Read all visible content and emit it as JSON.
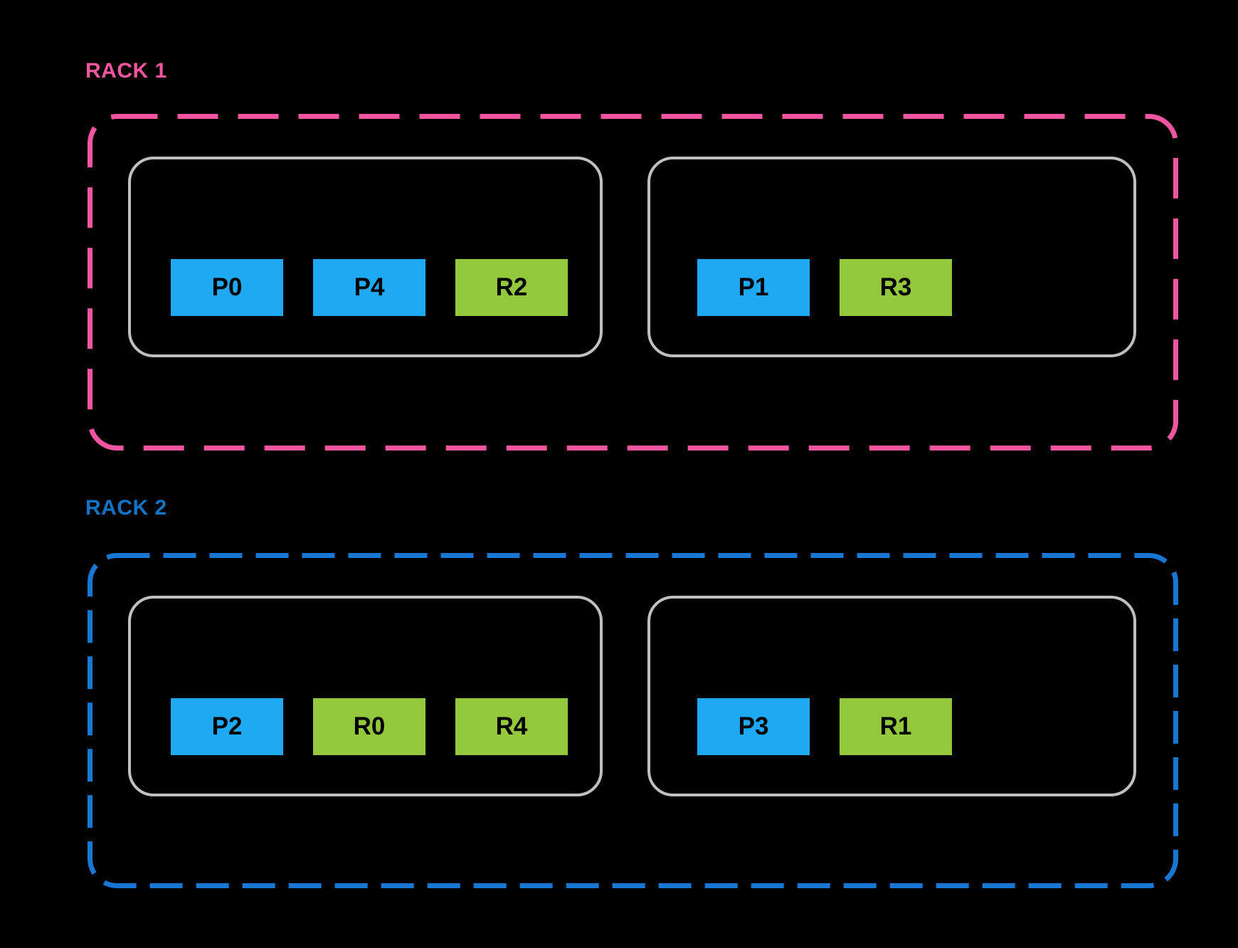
{
  "colors": {
    "background": "#000000",
    "rack1_accent": "#F0569F",
    "rack2_accent": "#1777D3",
    "rack2_label": "#1273C7",
    "node_border": "#C0C0C0",
    "primary_shard": "#1FA9F2",
    "replica_shard": "#93C83D",
    "shard_text": "#000000"
  },
  "racks": [
    {
      "label": "RACK 1",
      "nodes": [
        {
          "shards": [
            {
              "label": "P0",
              "type": "primary"
            },
            {
              "label": "P4",
              "type": "primary"
            },
            {
              "label": "R2",
              "type": "replica"
            }
          ]
        },
        {
          "shards": [
            {
              "label": "P1",
              "type": "primary"
            },
            {
              "label": "R3",
              "type": "replica"
            }
          ]
        }
      ]
    },
    {
      "label": "RACK 2",
      "nodes": [
        {
          "shards": [
            {
              "label": "P2",
              "type": "primary"
            },
            {
              "label": "R0",
              "type": "replica"
            },
            {
              "label": "R4",
              "type": "replica"
            }
          ]
        },
        {
          "shards": [
            {
              "label": "P3",
              "type": "primary"
            },
            {
              "label": "R1",
              "type": "replica"
            }
          ]
        }
      ]
    }
  ]
}
